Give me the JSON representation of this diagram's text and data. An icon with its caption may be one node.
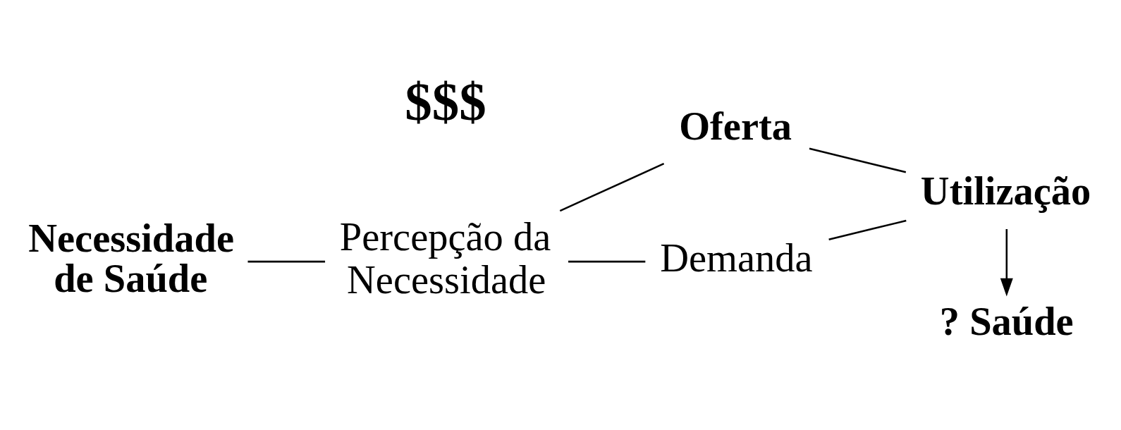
{
  "diagram": {
    "nodes": [
      {
        "text": [
          "Necessidade de Saúde"
        ]
      },
      {
        "text": [
          "Percepção da Necessidade"
        ]
      },
      {
        "text": [
          "Oferta"
        ]
      },
      {
        "text": [
          "Demanda"
        ]
      },
      {
        "text": [
          "Utilização"
        ]
      },
      {
        "text": [
          "? Saúde"
        ]
      }
    ],
    "edges": [
      {
        "from": 0,
        "to": 1,
        "arrow": "none"
      },
      {
        "from": 1,
        "to": 2,
        "arrow": "none"
      },
      {
        "from": 1,
        "to": 3,
        "arrow": "none"
      },
      {
        "from": 3,
        "to": 4,
        "arrow": "none"
      },
      {
        "from": 2,
        "to": 4,
        "arrow": "none"
      },
      {
        "from": 4,
        "to": 5,
        "arrow": "to"
      }
    ],
    "labels": [
      "$$$"
    ]
  }
}
